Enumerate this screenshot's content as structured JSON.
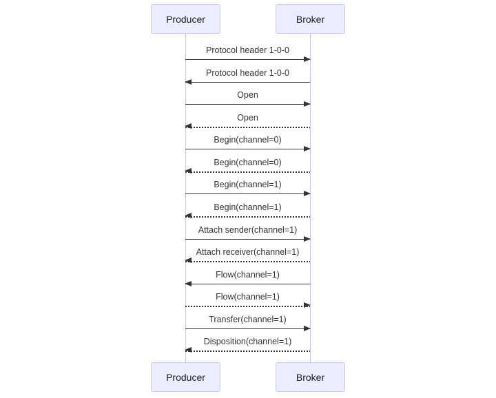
{
  "diagram": {
    "type": "sequence-diagram",
    "actors": [
      {
        "name": "Producer"
      },
      {
        "name": "Broker"
      }
    ],
    "messages": [
      {
        "text": "Protocol header 1-0-0",
        "from": "Producer",
        "to": "Broker",
        "line": "solid"
      },
      {
        "text": "Protocol header 1-0-0",
        "from": "Broker",
        "to": "Producer",
        "line": "solid"
      },
      {
        "text": "Open",
        "from": "Producer",
        "to": "Broker",
        "line": "solid"
      },
      {
        "text": "Open",
        "from": "Broker",
        "to": "Producer",
        "line": "dotted"
      },
      {
        "text": "Begin(channel=0)",
        "from": "Producer",
        "to": "Broker",
        "line": "solid"
      },
      {
        "text": "Begin(channel=0)",
        "from": "Broker",
        "to": "Producer",
        "line": "dotted"
      },
      {
        "text": "Begin(channel=1)",
        "from": "Producer",
        "to": "Broker",
        "line": "solid"
      },
      {
        "text": "Begin(channel=1)",
        "from": "Broker",
        "to": "Producer",
        "line": "dotted"
      },
      {
        "text": "Attach sender(channel=1)",
        "from": "Producer",
        "to": "Broker",
        "line": "solid"
      },
      {
        "text": "Attach receiver(channel=1)",
        "from": "Broker",
        "to": "Producer",
        "line": "dotted"
      },
      {
        "text": "Flow(channel=1)",
        "from": "Broker",
        "to": "Producer",
        "line": "solid"
      },
      {
        "text": "Flow(channel=1)",
        "from": "Producer",
        "to": "Broker",
        "line": "dotted"
      },
      {
        "text": "Transfer(channel=1)",
        "from": "Producer",
        "to": "Broker",
        "line": "solid"
      },
      {
        "text": "Disposition(channel=1)",
        "from": "Broker",
        "to": "Producer",
        "line": "dotted"
      }
    ],
    "colors": {
      "actor_fill": "#ececff",
      "actor_border": "#cfc7f0",
      "actor_text": "#1a1a1a",
      "lifeline": "#cbc3f1",
      "line": "#333333"
    }
  }
}
